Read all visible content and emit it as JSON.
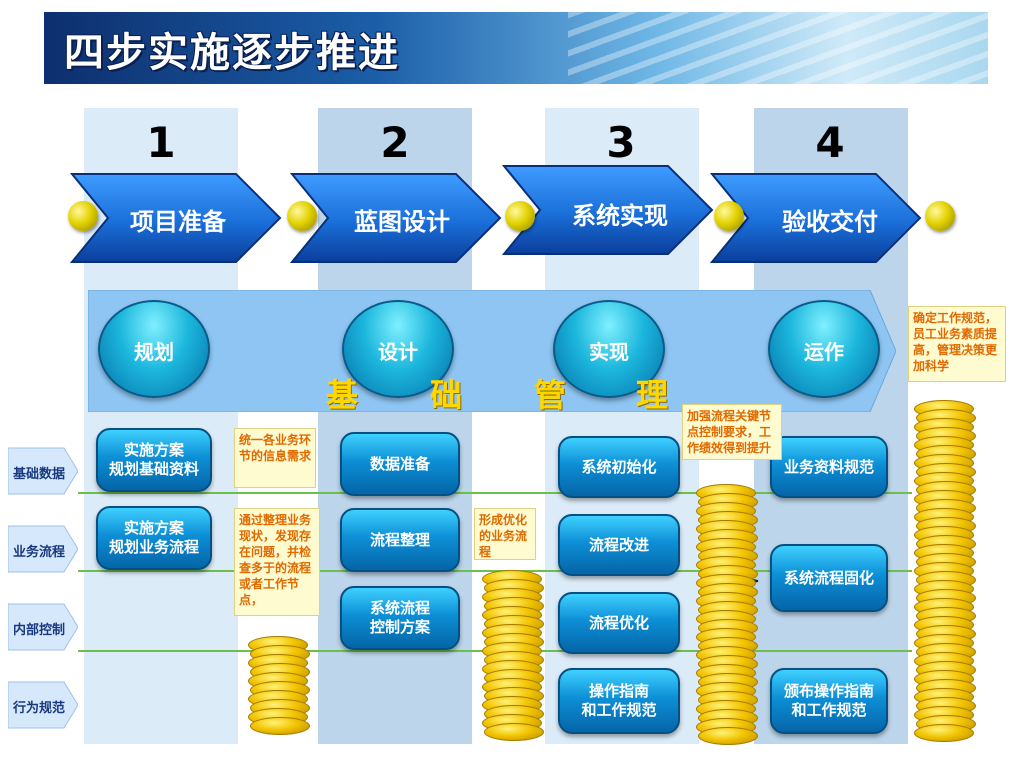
{
  "title": "四步实施逐步推进",
  "steps": [
    {
      "number": "1",
      "label": "项目准备"
    },
    {
      "number": "2",
      "label": "蓝图设计"
    },
    {
      "number": "3",
      "label": "系统实现"
    },
    {
      "number": "4",
      "label": "验收交付"
    }
  ],
  "phases": [
    "规划",
    "设计",
    "实现",
    "运作"
  ],
  "management": [
    "基",
    "础",
    "管",
    "理"
  ],
  "rows": [
    "基础数据",
    "业务流程",
    "内部控制",
    "行为规范"
  ],
  "pills": {
    "col1": [
      "实施方案\n规划基础资料",
      "实施方案\n规划业务流程"
    ],
    "col2": [
      "数据准备",
      "流程整理",
      "系统流程\n控制方案"
    ],
    "col3": [
      "系统初始化",
      "流程改进",
      "流程优化",
      "操作指南\n和工作规范"
    ],
    "col4": [
      "业务资料规范",
      "系统流程固化",
      "颁布操作指南\n和工作规范"
    ]
  },
  "notes": {
    "unify": "统一各业务环节的信息需求",
    "review": "通过整理业务现状，发现存在问题，并检查多于的流程或者工作节点，",
    "optimize": "形成优化的业务流程",
    "strengthen": "加强流程关键节点控制要求，工作绩效得到提升",
    "standard": "确定工作规范，员工业务素质提高，管理决策更加科学"
  },
  "colors": {
    "chevron": "#1a6fd8",
    "pill": "#0d8fd6",
    "note_text": "#e06a00",
    "management_text": "#ffd700"
  }
}
